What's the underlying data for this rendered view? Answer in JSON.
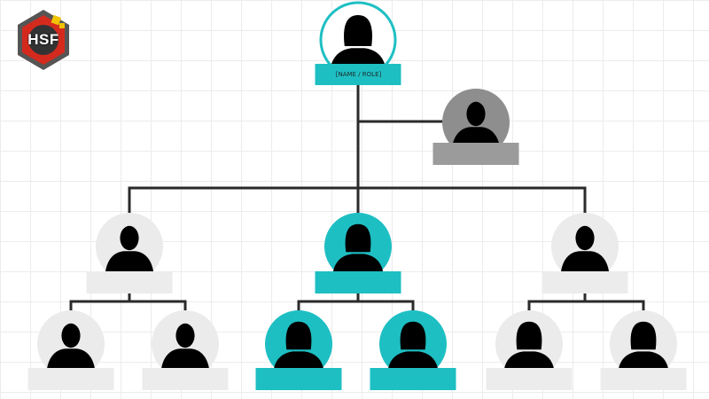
{
  "logo": {
    "text": "HSF"
  },
  "colors": {
    "accent": "#1ebfc3",
    "light_circle": "#ebebeb",
    "light_label": "#ececec",
    "grey_circle": "#8e8e8e",
    "grey_label": "#9b9b9b",
    "connector": "#2a2a2a",
    "silhouette": "#000000"
  },
  "org_chart": {
    "top": {
      "label": "[NAME / ROLE]",
      "style": "accent-ring",
      "figure": "female-icon"
    },
    "assistant": {
      "label": "",
      "style": "grey",
      "figure": "male-icon"
    },
    "managers": [
      {
        "label": "",
        "style": "light",
        "figure": "male-icon",
        "reports": [
          {
            "label": "",
            "style": "light",
            "figure": "male-icon"
          },
          {
            "label": "",
            "style": "light",
            "figure": "male-icon"
          }
        ]
      },
      {
        "label": "",
        "style": "accent",
        "figure": "female-icon",
        "reports": [
          {
            "label": "",
            "style": "accent",
            "figure": "female-icon"
          },
          {
            "label": "",
            "style": "accent",
            "figure": "female-icon"
          }
        ]
      },
      {
        "label": "",
        "style": "light",
        "figure": "male-icon",
        "reports": [
          {
            "label": "",
            "style": "light",
            "figure": "female-icon"
          },
          {
            "label": "",
            "style": "light",
            "figure": "female-icon"
          }
        ]
      }
    ]
  }
}
